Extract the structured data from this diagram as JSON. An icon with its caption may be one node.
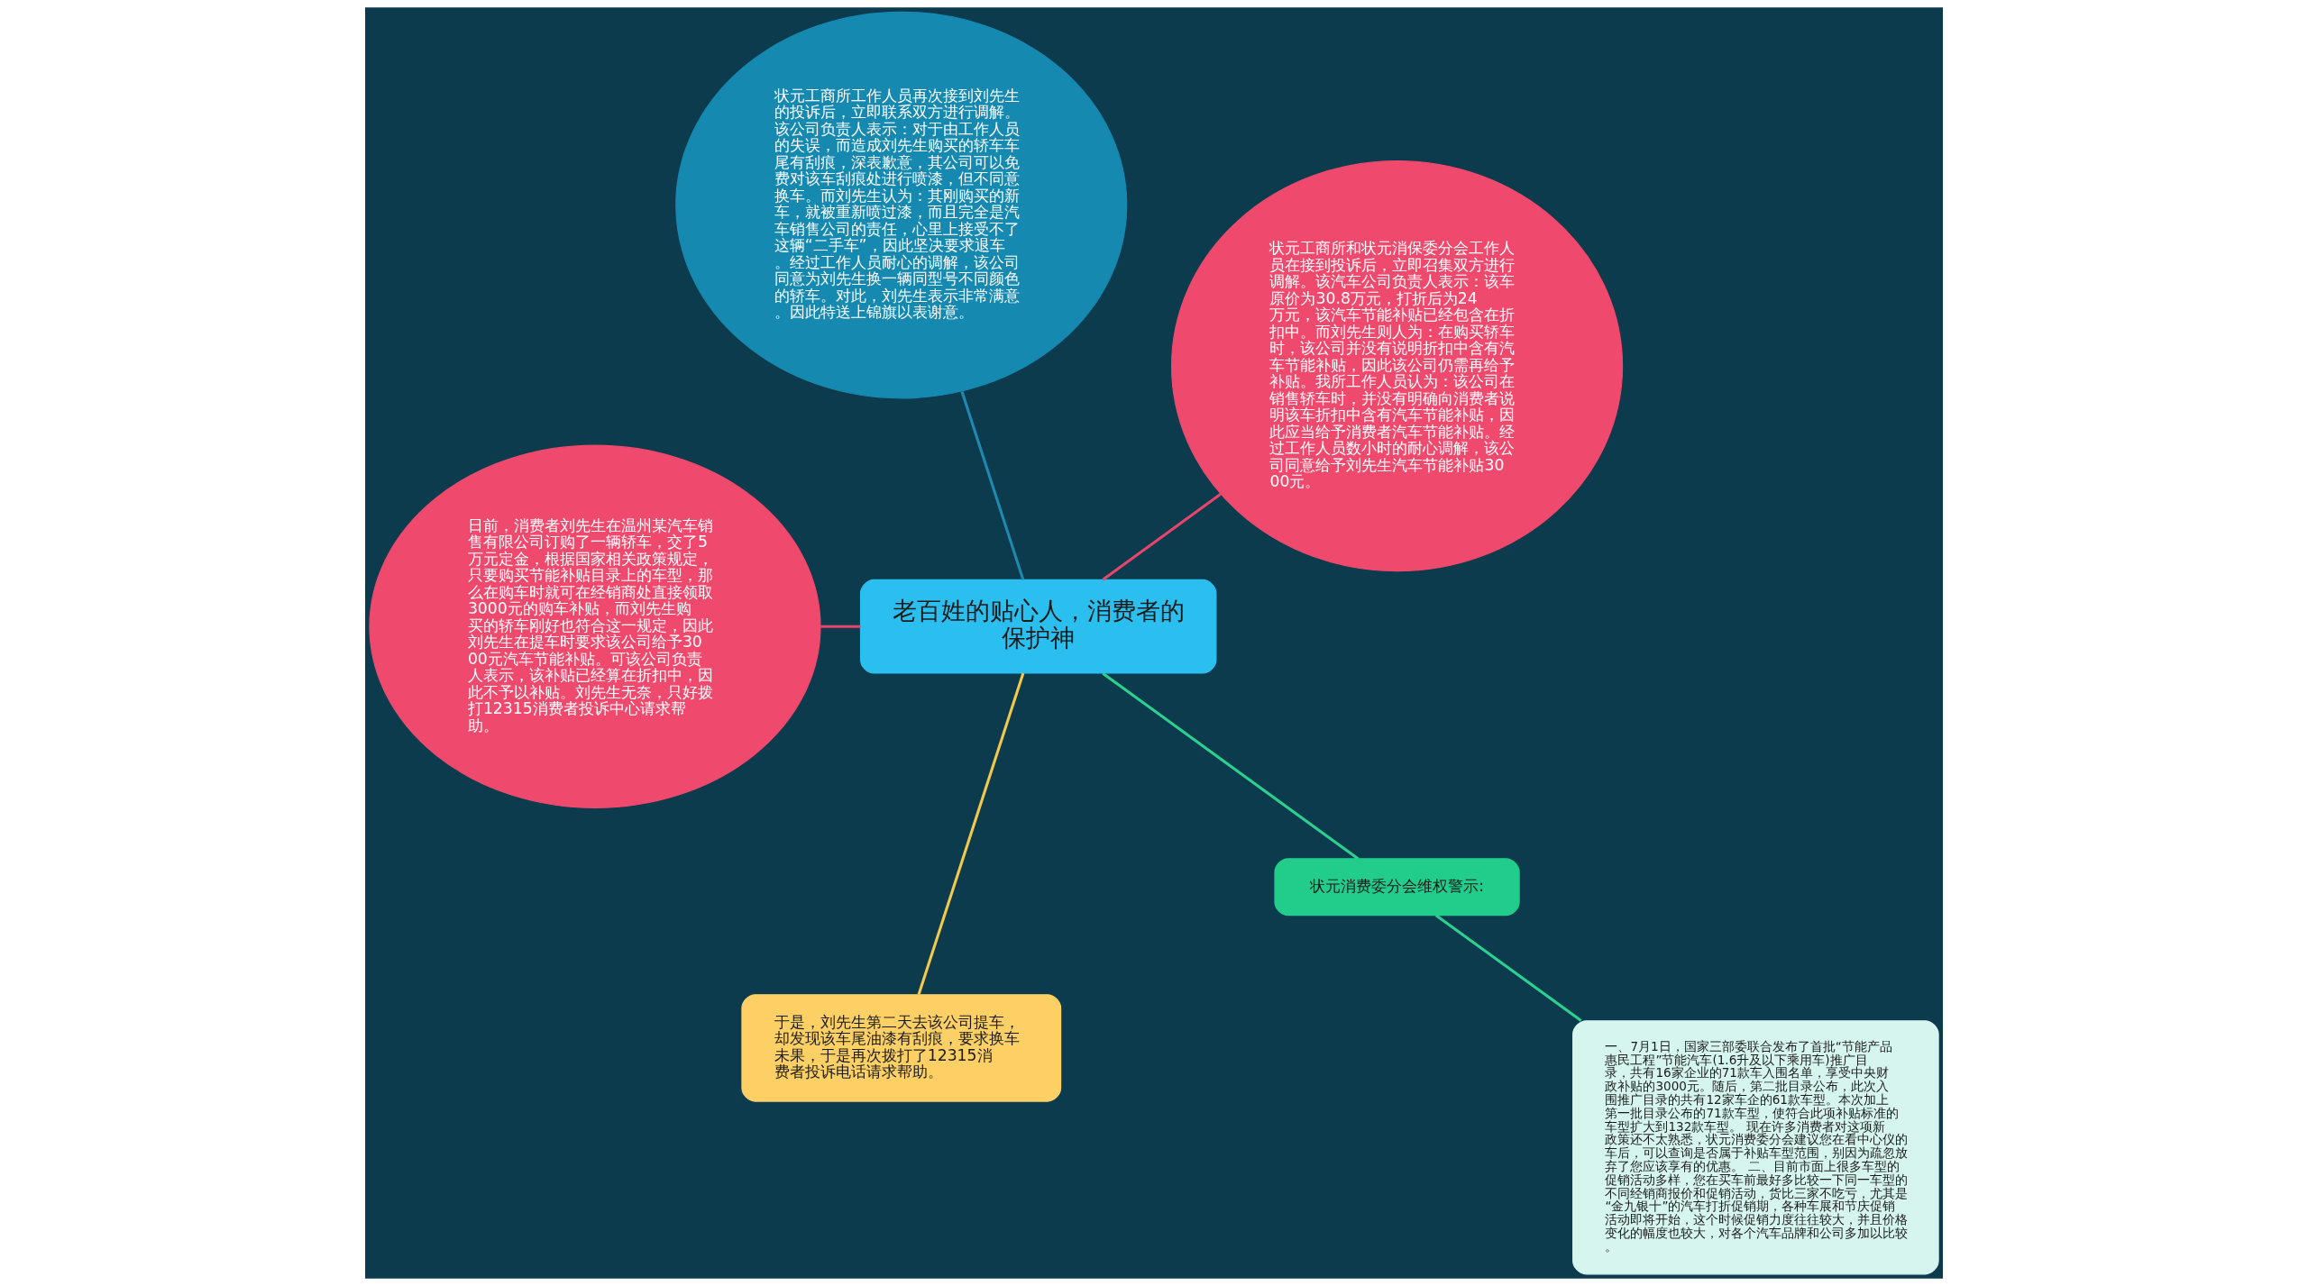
{
  "diagram": {
    "nodes": [
      {
        "text": [
          "老百姓的贴心人，消费者的保护神"
        ]
      },
      {
        "text": [
          "状元工商所和状元消保委分会工作人员在接到投诉后，立即召集双方进行调解。该汽车公司负责人表示：该车原价为30.8万元，打折后为24万元，该汽车节能补贴已经包含在折扣中。而刘先生则人为：在购买轿车时，该公司并没有说明折扣中含有汽车节能补贴，因此该公司仍需再给予补贴。我所工作人员认为：该公司在销售轿车时，并没有明确向消费者说明该车折扣中含有汽车节能补贴，因此应当给予消费者汽车节能补贴。经过工作人员数小时的耐心调解，该公司同意给予刘先生汽车节能补贴3000元。"
        ]
      },
      {
        "text": [
          "状元工商所工作人员再次接到刘先生的投诉后，立即联系双方进行调解。该公司负责人表示：对于由工作人员的失误，而造成刘先生购买的轿车车尾有刮痕，深表歉意，其公司可以免费对该车刮痕处进行喷漆，但不同意换车。而刘先生认为：其刚购买的新车，就被重新喷过漆，而且完全是汽车销售公司的责任，心里上接受不了这辆“二手车”，因此坚决要求退车。经过工作人员耐心的调解，该公司同意为刘先生换一辆同型号不同颜色的轿车。对此，刘先生表示非常满意。因此特送上锦旗以表谢意。"
        ]
      },
      {
        "text": [
          "日前，消费者刘先生在温州某汽车销售有限公司订购了一辆轿车，交了5万元定金，根据国家相关政策规定，只要购买节能补贴目录上的车型，那么在购车时就可在经销商处直接领取3000元的购车补贴，而刘先生购买的轿车刚好也符合这一规定，因此刘先生在提车时要求该公司给予3000元汽车节能补贴。可该公司负责人表示，该补贴已经算在折扣中，因此不予以补贴。刘先生无奈，只好拨打12315消费者投诉中心请求帮助。"
        ]
      },
      {
        "text": [
          "于是，刘先生第二天去该公司提车，却发现该车尾油漆有刮痕，要求换车未果，于是再次拨打了12315消费者投诉电话请求帮助。"
        ]
      },
      {
        "text": [
          "状元消费委分会维权警示:"
        ]
      },
      {
        "text": [
          "一、7月1日，国家三部委联合发布了首批“节能产品惠民工程”节能汽车(1.6升及以下乘用车)推广目录，共有16家企业的71款车入围名单，享受中央财政补贴的3000元。随后，第二批目录公布，此次入围推广目录的共有12家车企的61款车型。本次加上第一批目录公布的71款车型，使符合此项补贴标准的车型扩大到132款车型。 现在许多消费者对这项新政策还不太熟悉，状元消费委分会建议您在看中心仪的车后，可以查询是否属于补贴车型范围，别因为疏忽放弃了您应该享有的优惠。 二、目前市面上很多车型的促销活动多样，您在买车前最好多比较一下同一车型的不同经销商报价和促销活动，货比三家不吃亏，尤其是“金九银十”的汽车打折促销期，各种车展和节庆促销活动即将开始，这个时候促销力度往往较大，并且价格变化的幅度也较大，对各个汽车品牌和公司多加以比较。"
        ]
      }
    ],
    "edges": [
      {
        "from": 0,
        "to": 1,
        "arrow": "none",
        "color": "#e8456d"
      },
      {
        "from": 0,
        "to": 2,
        "arrow": "none",
        "color": "#1e8ab0"
      },
      {
        "from": 0,
        "to": 3,
        "arrow": "none",
        "color": "#e8456d"
      },
      {
        "from": 0,
        "to": 4,
        "arrow": "none",
        "color": "#f2c94c"
      },
      {
        "from": 0,
        "to": 5,
        "arrow": "none",
        "color": "#2bd18f"
      },
      {
        "from": 5,
        "to": 6,
        "arrow": "none",
        "color": "#2bd18f"
      }
    ]
  }
}
